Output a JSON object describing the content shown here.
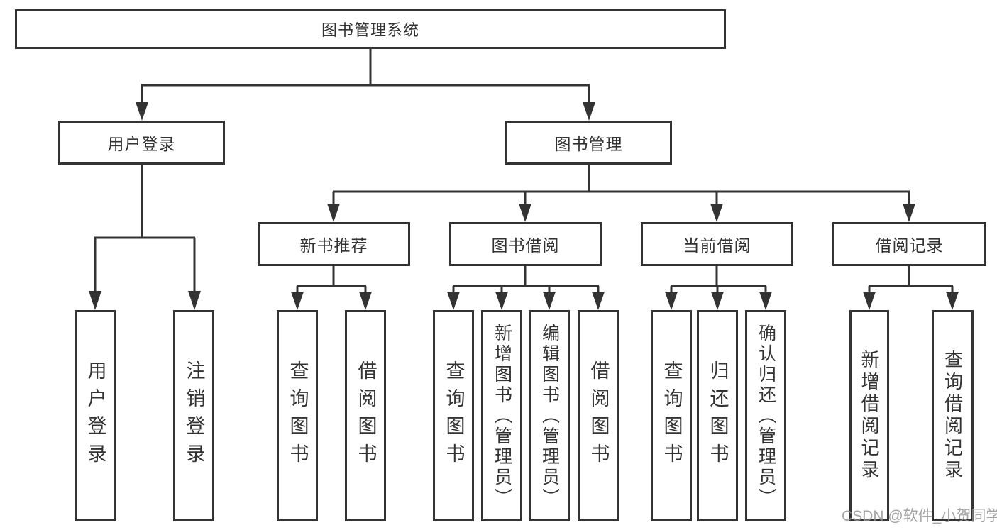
{
  "diagram": {
    "type": "hierarchy-tree",
    "tree": {
      "label": "图书管理系统",
      "children": [
        {
          "label": "用户登录",
          "children": [
            {
              "label": "用户登录"
            },
            {
              "label": "注销登录"
            }
          ]
        },
        {
          "label": "图书管理",
          "children": [
            {
              "label": "新书推荐",
              "children": [
                {
                  "label": "查询图书"
                },
                {
                  "label": "借阅图书"
                }
              ]
            },
            {
              "label": "图书借阅",
              "children": [
                {
                  "label": "查询图书"
                },
                {
                  "label": "新增图书（管理员）"
                },
                {
                  "label": "编辑图书（管理员）"
                },
                {
                  "label": "借阅图书"
                }
              ]
            },
            {
              "label": "当前借阅",
              "children": [
                {
                  "label": "查询图书"
                },
                {
                  "label": "归还图书"
                },
                {
                  "label": "确认归还（管理员）"
                }
              ]
            },
            {
              "label": "借阅记录",
              "children": [
                {
                  "label": "新增借阅记录"
                },
                {
                  "label": "查询借阅记录"
                }
              ]
            }
          ]
        }
      ]
    },
    "watermark": "CSDN @软件_小贺同学",
    "colors": {
      "line": "#333333",
      "box_border": "#333333",
      "box_fill": "#ffffff",
      "text": "#333333",
      "watermark": "#949494"
    }
  }
}
